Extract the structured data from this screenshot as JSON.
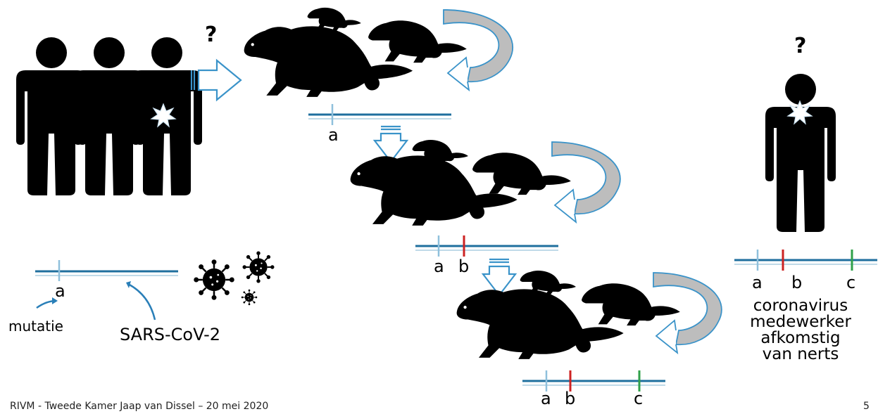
{
  "labels": {
    "question": "?",
    "mutation": "mutatie",
    "virus_name": "SARS-CoV-2",
    "a": "a",
    "b": "b",
    "c": "c"
  },
  "worker_caption": [
    "coronavirus",
    "medewerker",
    "afkomstig",
    "van nerts"
  ],
  "footer": {
    "left": "RIVM - Tweede Kamer Jaap van Dissel – 20 mei 2020",
    "page_number": "5"
  },
  "colors": {
    "genome_line": "#1f6f9e",
    "mutation_a": "#8fc0dc",
    "mutation_b": "#cc2222",
    "mutation_c": "#2fa04a",
    "arrow_outline": "#3a93c9",
    "arrow_shade": "#bdbdbd",
    "silhouette": "#000000"
  }
}
